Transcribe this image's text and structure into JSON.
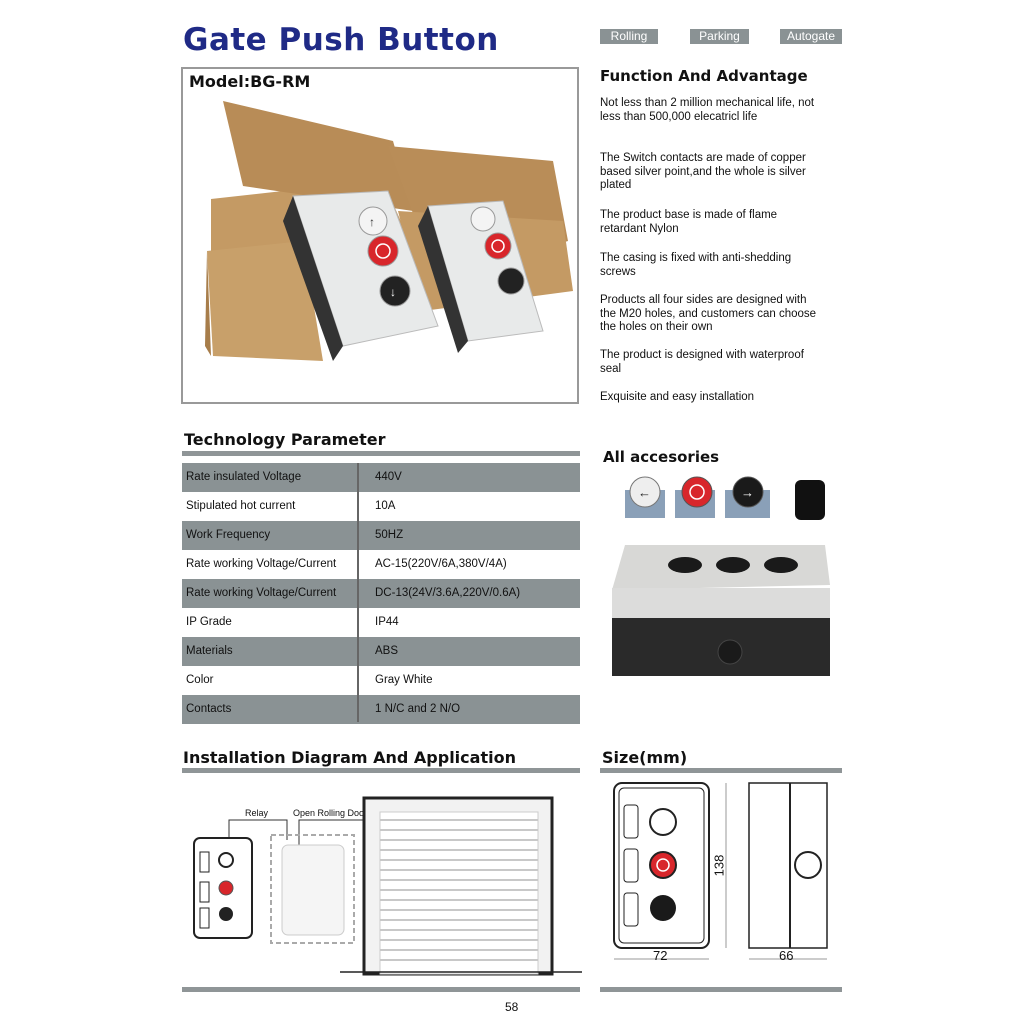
{
  "header": {
    "title": "Gate Push Button",
    "tags": [
      "Rolling",
      "Parking",
      "Autogate"
    ]
  },
  "product": {
    "model": "Model:BG-RM"
  },
  "function_advantage": {
    "title": "Function And Advantage",
    "items": [
      "Not less than 2 million mechanical life, not less than 500,000 elecatricl life",
      "The Switch contacts are made of copper based silver point,and the whole is silver plated",
      "The product base is made of flame retardant Nylon",
      "The casing is fixed with anti-shedding screws",
      "Products all four sides are designed with the M20 holes, and customers can choose the holes on their own",
      "The product is designed with waterproof seal",
      "Exquisite and easy installation"
    ]
  },
  "tech_params": {
    "title": "Technology Parameter",
    "rows": [
      {
        "key": "Rate insulated Voltage",
        "value": "440V"
      },
      {
        "key": "Stipulated hot current",
        "value": "10A"
      },
      {
        "key": "Work Frequency",
        "value": "50HZ"
      },
      {
        "key": "Rate working Voltage/Current",
        "value": "AC-15(220V/6A,380V/4A)"
      },
      {
        "key": "Rate working Voltage/Current",
        "value": "DC-13(24V/3.6A,220V/0.6A)"
      },
      {
        "key": "IP Grade",
        "value": "IP44"
      },
      {
        "key": "Materials",
        "value": "ABS"
      },
      {
        "key": "Color",
        "value": "Gray White"
      },
      {
        "key": "Contacts",
        "value": "1 N/C and 2 N/O"
      }
    ]
  },
  "accessories": {
    "title": "All accesories"
  },
  "installation": {
    "title": "Installation Diagram And Application",
    "labels": {
      "relay": "Relay",
      "door": "Open Rolling Door"
    }
  },
  "size": {
    "title": "Size(mm)",
    "height": "138",
    "width": "72",
    "depth": "66"
  },
  "page_number": "58",
  "colors": {
    "title_blue": "#1f2a86",
    "gray_band": "#8a9294",
    "red_button": "#d8262b"
  }
}
